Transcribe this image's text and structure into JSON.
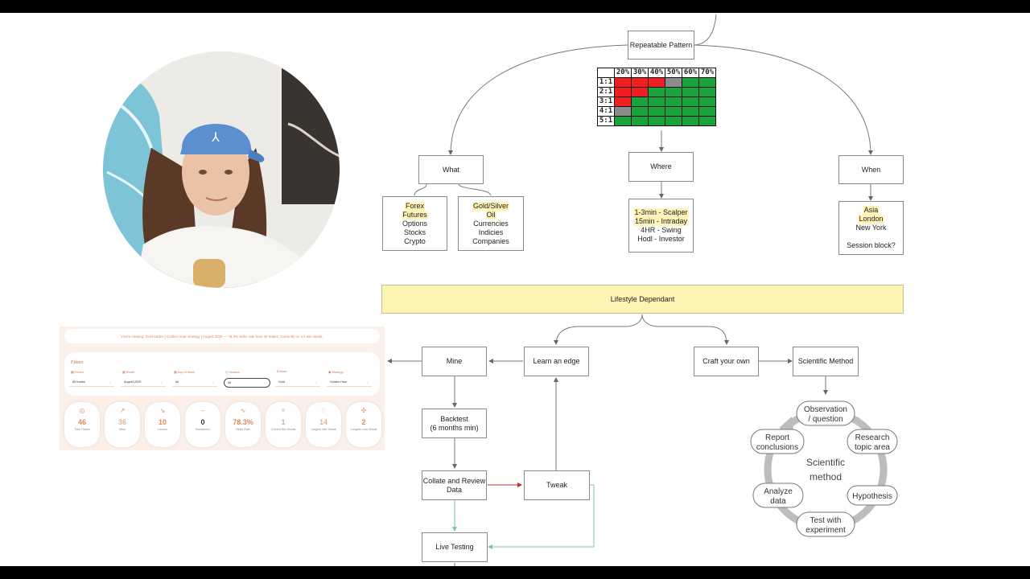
{
  "flowchart": {
    "repeatable_pattern": "Repeatable Pattern",
    "what": "What",
    "where": "Where",
    "when": "When",
    "markets_left": [
      {
        "text": "Forex",
        "highlight": true
      },
      {
        "text": "Futures",
        "highlight": true
      },
      {
        "text": "Options",
        "highlight": false
      },
      {
        "text": "Stocks",
        "highlight": false
      },
      {
        "text": "Crypto",
        "highlight": false
      }
    ],
    "markets_right": [
      {
        "text": "Gold/Silver",
        "highlight": true
      },
      {
        "text": "Oil",
        "highlight": true
      },
      {
        "text": "Currencies",
        "highlight": false
      },
      {
        "text": "Indicies",
        "highlight": false
      },
      {
        "text": "Companies",
        "highlight": false
      }
    ],
    "timeframes": [
      {
        "text": "1-3min - Scalper",
        "highlight": true
      },
      {
        "text": "15min - Intraday",
        "highlight": true
      },
      {
        "text": "4HR - Swing",
        "highlight": false
      },
      {
        "text": "Hodl - Investor",
        "highlight": false
      }
    ],
    "sessions": [
      {
        "text": "Asia",
        "highlight": true
      },
      {
        "text": "London",
        "highlight": true
      },
      {
        "text": "New York",
        "highlight": false
      },
      {
        "text": "",
        "highlight": false
      },
      {
        "text": "Session block?",
        "highlight": false
      }
    ],
    "lifestyle": "Lifestyle Dependant",
    "mine": "Mine",
    "learn_edge": "Learn an edge",
    "craft_own": "Craft your own",
    "scientific_method": "Scientific Method",
    "backtest_line1": "Backtest",
    "backtest_line2": "(6 months min)",
    "collate_line1": "Collate and Review",
    "collate_line2": "Data",
    "tweak": "Tweak",
    "live_testing": "Live Testing"
  },
  "winrate_grid": {
    "columns": [
      "20%",
      "30%",
      "40%",
      "50%",
      "60%",
      "70%"
    ],
    "rows": [
      {
        "label": "1:1",
        "cells": [
          "r",
          "r",
          "r",
          "s",
          "g",
          "g"
        ]
      },
      {
        "label": "2:1",
        "cells": [
          "r",
          "r",
          "g",
          "g",
          "g",
          "g"
        ]
      },
      {
        "label": "3:1",
        "cells": [
          "r",
          "g",
          "g",
          "g",
          "g",
          "g"
        ]
      },
      {
        "label": "4:1",
        "cells": [
          "s",
          "g",
          "g",
          "g",
          "g",
          "g"
        ]
      },
      {
        "label": "5:1",
        "cells": [
          "g",
          "g",
          "g",
          "g",
          "g",
          "g"
        ]
      }
    ],
    "colors": {
      "r": "#ef1f1f",
      "g": "#1aa33a",
      "s": "#8c8c8c"
    }
  },
  "scientific_cycle": {
    "center_line1": "Scientific",
    "center_line2": "method",
    "steps": [
      [
        "Observation",
        "/ question"
      ],
      [
        "Research",
        "topic area"
      ],
      [
        "Hypothesis"
      ],
      [
        "Test with",
        "experiment"
      ],
      [
        "Analyze",
        "data"
      ],
      [
        "Report",
        "conclusions"
      ]
    ]
  },
  "dashboard": {
    "banner": "You're viewing: Gold trades | Golden Hour strategy | August 2025 — 78.3% strike rate from 46 trades. Currently on a 1 win streak.",
    "filters_title": "Filters",
    "filters": [
      {
        "label": "Period",
        "value": "All trades",
        "icon": "calendar-icon"
      },
      {
        "label": "Month",
        "value": "August 2025",
        "icon": "calendar-icon"
      },
      {
        "label": "Day of Week",
        "value": "All",
        "icon": "calendar-icon"
      },
      {
        "label": "Session",
        "value": "All",
        "icon": "clock-icon",
        "active": true
      },
      {
        "label": "Asset",
        "value": "Gold",
        "icon": "dollar-icon"
      },
      {
        "label": "Strategy",
        "value": "Golden Hour",
        "icon": "target-icon"
      }
    ],
    "stats": [
      {
        "icon": "◎",
        "value": "46",
        "label": "Total Trades",
        "tone": "orange"
      },
      {
        "icon": "↗",
        "value": "36",
        "label": "Wins",
        "tone": "tan"
      },
      {
        "icon": "↘",
        "value": "10",
        "label": "Losses",
        "tone": "orange"
      },
      {
        "icon": "–",
        "value": "0",
        "label": "Breakeven",
        "tone": "dark"
      },
      {
        "icon": "∿",
        "value": "78.3%",
        "label": "Strike Rate",
        "tone": "orange"
      },
      {
        "icon": "✧",
        "value": "1",
        "label": "Current Win Streak",
        "tone": "tan"
      },
      {
        "icon": "♢",
        "value": "14",
        "label": "Longest Win Streak",
        "tone": "tan"
      },
      {
        "icon": "✣",
        "value": "2",
        "label": "Longest Loss Streak",
        "tone": "orange"
      }
    ]
  }
}
